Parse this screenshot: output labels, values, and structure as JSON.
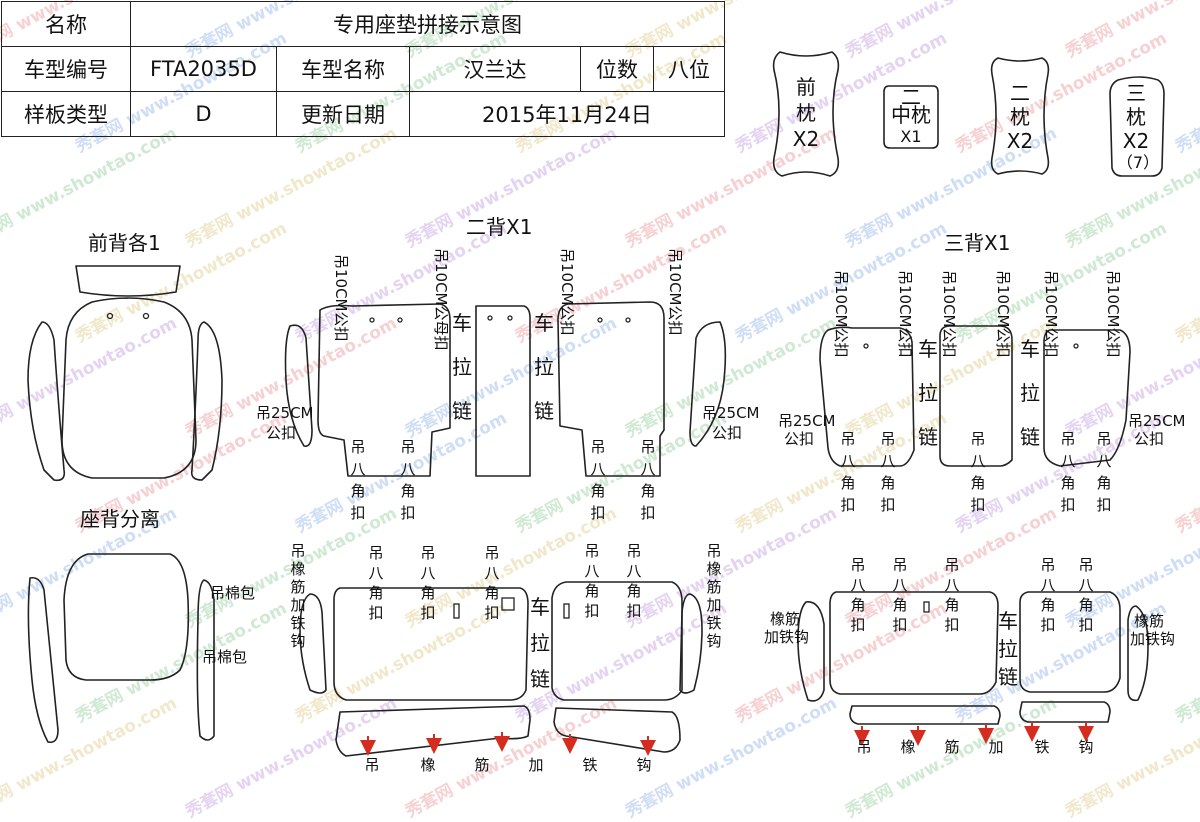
{
  "header_table": {
    "row1": {
      "label": "名称",
      "value": "专用座垫拼接示意图"
    },
    "row2": {
      "label": "车型编号",
      "code": "FTA2035D",
      "name_label": "车型名称",
      "name": "汉兰达",
      "seats_label": "位数",
      "seats": "八位"
    },
    "row3": {
      "label": "样板类型",
      "type": "D",
      "date_label": "更新日期",
      "date": "2015年11月24日"
    }
  },
  "watermark": {
    "brand": "秀套网",
    "url": "www.showtao.com"
  },
  "pillows": [
    {
      "lines": [
        "前",
        "枕",
        "X2"
      ]
    },
    {
      "lines": [
        "二",
        "中枕",
        "X1"
      ]
    },
    {
      "lines": [
        "二",
        "枕",
        "X2"
      ]
    },
    {
      "lines": [
        "三",
        "枕",
        "X2",
        "（7）"
      ]
    }
  ],
  "sections": {
    "front_back": "前背各1",
    "second_back": "二背X1",
    "third_back": "三背X1",
    "seat_back_separate": "座背分离"
  },
  "labels": {
    "hang10cm_male": "吊10CM公扣",
    "hang10cm_male_female": "吊10CM公母扣",
    "hang25cm": "吊25CM",
    "male_buckle": "公扣",
    "zipper": [
      "车",
      "拉",
      "链"
    ],
    "hang_octagon": [
      "吊",
      "八",
      "角",
      "扣"
    ],
    "hang_cotton_bag": "吊棉包",
    "elastic_hook_v": [
      "吊",
      "橡",
      "筋",
      "加",
      "铁",
      "钩"
    ],
    "elastic_band": "橡筋",
    "add_iron_hook": "加铁钩",
    "bottom_strip_a": [
      "吊",
      "橡",
      "筋",
      "加",
      "铁",
      "钩"
    ],
    "bottom_strip_b": [
      "吊",
      "橡",
      "筋",
      "加",
      "铁",
      "钩"
    ]
  },
  "colors": {
    "outline": "#222222",
    "arrow": "#d62b1f",
    "watermark": [
      "#d9343a",
      "#2f6fd6",
      "#2e9e3e",
      "#c29a1a",
      "#8a3fc2"
    ]
  }
}
